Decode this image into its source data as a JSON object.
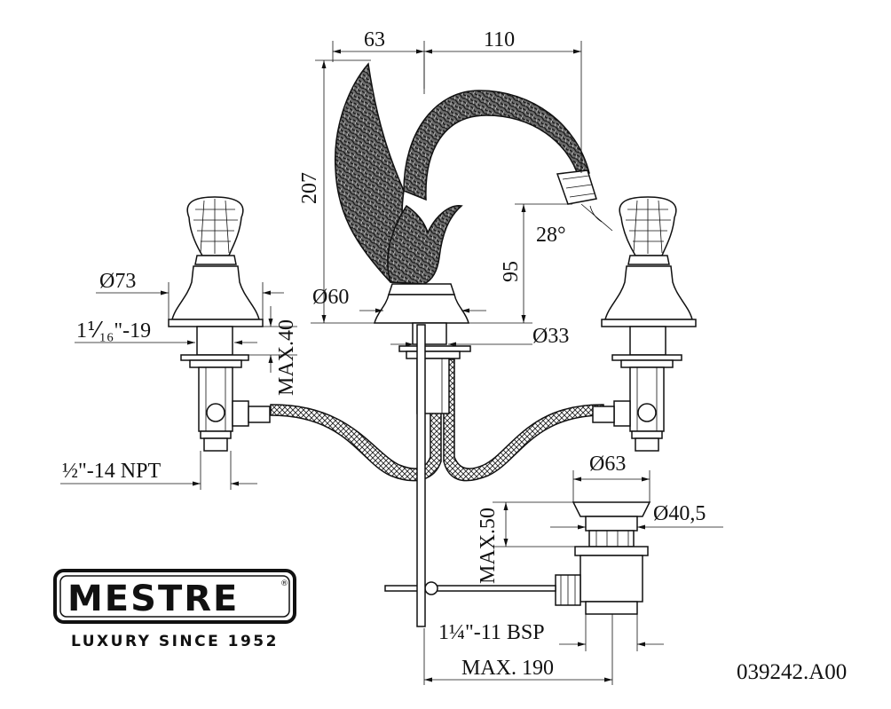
{
  "dimensions": {
    "spout_offset": "63",
    "spout_reach": "110",
    "height_total": "207",
    "spout_angle": "28°",
    "spout_height": "95",
    "handle_diameter": "Ø73",
    "handle_thread": "1⅟₁₆\"-19",
    "handle_max_deck": "MAX.40",
    "spout_base_diameter": "Ø60",
    "spout_hole_diameter": "Ø33",
    "inlet_thread": "½\"-14 NPT",
    "drain_flange_diameter": "Ø63",
    "drain_hole_diameter": "Ø40,5",
    "drain_max_deck": "MAX.50",
    "drain_thread": "1¼\"-11 BSP",
    "max_depth": "MAX. 190"
  },
  "brand": {
    "name": "MESTRE",
    "registered": "®",
    "tagline": "LUXURY SINCE 1952"
  },
  "reference_code": "039242.A00"
}
